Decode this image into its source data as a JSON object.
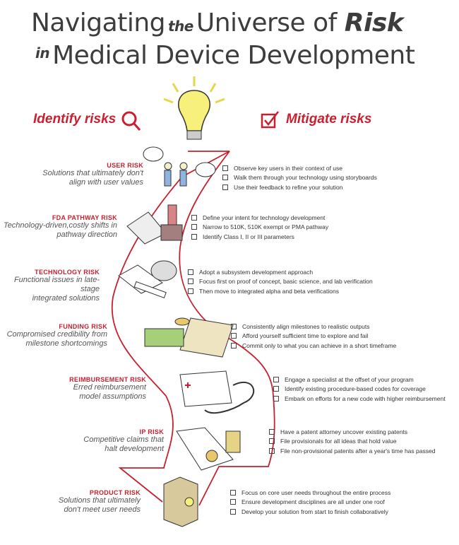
{
  "title": {
    "line1_a": "Navigating",
    "line1_small": "the",
    "line1_b": "Universe of",
    "line1_risk": "Risk",
    "line2_small": "in",
    "line2_b": "Medical Device Development"
  },
  "headers": {
    "identify": "Identify risks",
    "mitigate": "Mitigate risks"
  },
  "colors": {
    "accent": "#c8202f",
    "text": "#3d3d3d"
  },
  "risks": [
    {
      "name": "USER RISK",
      "desc": [
        "Solutions that ultimately don't",
        "align with user values"
      ],
      "actions": [
        "Observe key users in their context of use",
        "Walk them through your technology using storyboards",
        "Use their feedback to refine your solution"
      ]
    },
    {
      "name": "FDA PATHWAY RISK",
      "desc": [
        "Technology-driven,costly shifts in",
        "pathway direction"
      ],
      "actions": [
        "Define your intent for technology development",
        "Narrow to 510K, 510K exempt or PMA pathway",
        "Identify Class I, II or III parameters"
      ]
    },
    {
      "name": "TECHNOLOGY RISK",
      "desc": [
        "Functional issues in late-stage",
        "integrated solutions"
      ],
      "actions": [
        "Adopt a subsystem development approach",
        "Focus first on proof of concept, basic science, and lab verification",
        "Then move to integrated alpha and beta verifications"
      ]
    },
    {
      "name": "FUNDING RISK",
      "desc": [
        "Compromised credibility from",
        "milestone shortcomings"
      ],
      "actions": [
        "Consistently align milestones to realistic outputs",
        "Afford yourself sufficient time to explore and fail",
        "Commit only to what you can achieve in a short timeframe"
      ]
    },
    {
      "name": "REIMBURSEMENT RISK",
      "desc": [
        "Erred reimbursement",
        "model assumptions"
      ],
      "actions": [
        "Engage a specialist at the offset of your program",
        "Identify existing procedure-based codes for coverage",
        "Embark on efforts for a new code with higher reimbursement"
      ]
    },
    {
      "name": "IP RISK",
      "desc": [
        "Competitive claims that",
        "halt development"
      ],
      "actions": [
        "Have a patent attorney uncover existing patents",
        "File provisionals for all ideas that hold value",
        "File non-provisional patents after a year's time has passed"
      ]
    },
    {
      "name": "PRODUCT RISK",
      "desc": [
        "Solutions that ultimately",
        "don't meet user needs"
      ],
      "actions": [
        "Focus on core user needs throughout the entire process",
        "Ensure development disciplines are all under one roof",
        "Develop your solution from start to finish collaboratively"
      ]
    }
  ]
}
